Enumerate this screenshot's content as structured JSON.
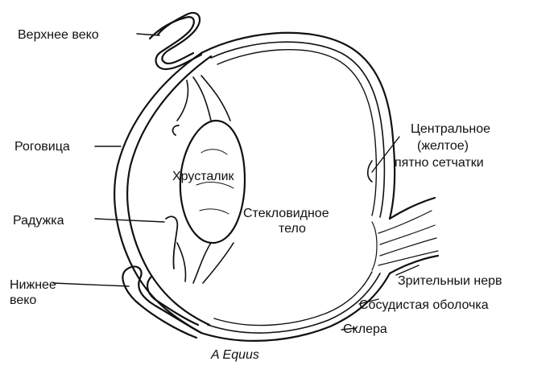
{
  "labels": {
    "upper_eyelid": "Верхнее веко",
    "cornea": "Роговица",
    "iris": "Радужка",
    "lower_eyelid_line1": "Нижнее",
    "lower_eyelid_line2": "веко",
    "lens": "Хрусталик",
    "vitreous_line1": "Стекловидное",
    "vitreous_line2": "тело",
    "macula_line1": "Центральное",
    "macula_line2": "(желтое)",
    "macula_line3": "пятно сетчатки",
    "optic_nerve": "Зрительныи нерв",
    "choroid": "Сосудистая оболочка",
    "sclera": "Склера"
  },
  "caption": "A  Equus",
  "colors": {
    "ink": "#111111",
    "background": "#ffffff"
  }
}
